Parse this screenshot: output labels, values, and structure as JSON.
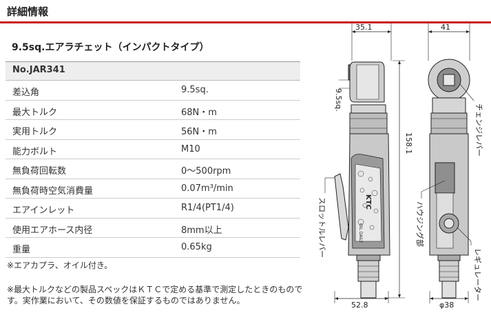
{
  "header": {
    "title": "詳細情報"
  },
  "product": {
    "title": "9.5sq.エアラチェット（インパクトタイプ）"
  },
  "spec": {
    "model": "No.JAR341",
    "rows": [
      {
        "label": "差込角",
        "value": "9.5sq."
      },
      {
        "label": "最大トルク",
        "value": "68N・m"
      },
      {
        "label": "実用トルク",
        "value": "56N・m"
      },
      {
        "label": "能力ボルト",
        "value": "M10"
      },
      {
        "label": "無負荷回転数",
        "value": "0～500rpm"
      },
      {
        "label": "無負荷時空気消費量",
        "value": "0.07m³/min"
      },
      {
        "label": "エアインレット",
        "value": "R1/4(PT1/4)"
      },
      {
        "label": "使用エアホース内径",
        "value": "8mm以上"
      },
      {
        "label": "重量",
        "value": "0.65kg"
      }
    ]
  },
  "notes": {
    "note1": "※エアカプラ、オイル付き。",
    "note2": "※最大トルクなどの製品スペックはＫＴＣで定める基準で測定したときのものです。実作業において、その数値を保証するものではありません。"
  },
  "drawing": {
    "dims": {
      "top_left": "35.1",
      "top_right": "41",
      "height": "158.1",
      "square": "9.5sq.",
      "bottom_left": "52.8",
      "bottom_right": "φ38"
    },
    "labels": {
      "change_lever": "チェンジレバー",
      "housing": "ハウジング部",
      "throttle": "スロットルレバー",
      "regulator": "レギュレーター",
      "brand": "KTC",
      "oil": "OIL DAILY"
    }
  }
}
